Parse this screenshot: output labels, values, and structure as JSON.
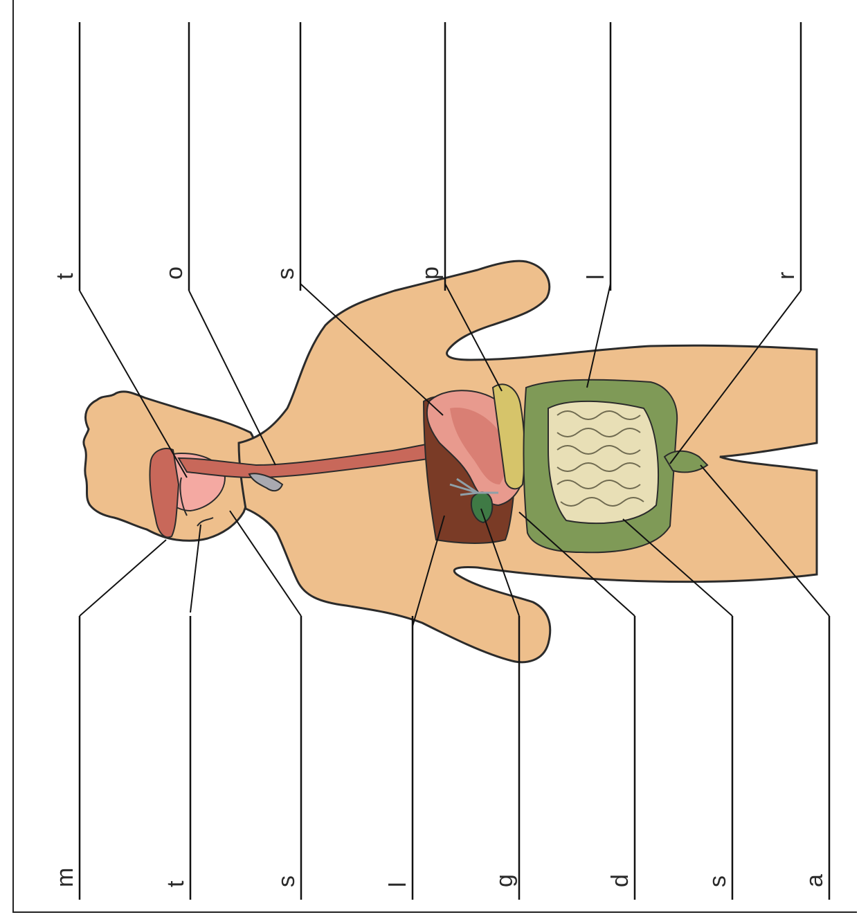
{
  "worksheet": {
    "top_row_labels": [
      "t",
      "o",
      "s",
      "p",
      "l",
      "r"
    ],
    "bottom_row_labels": [
      "m",
      "t",
      "s",
      "l",
      "g",
      "d",
      "s",
      "a"
    ]
  },
  "colors": {
    "skin": "#eebf8c",
    "outline": "#2b2b2b",
    "esophagus": "#c8685a",
    "stomach": "#e89a8e",
    "liver": "#7a3b26",
    "pancreas": "#d6c46a",
    "large_intestine": "#7f9a57",
    "small_intestine": "#e8dfb6",
    "gallbladder": "#3f7a45"
  }
}
